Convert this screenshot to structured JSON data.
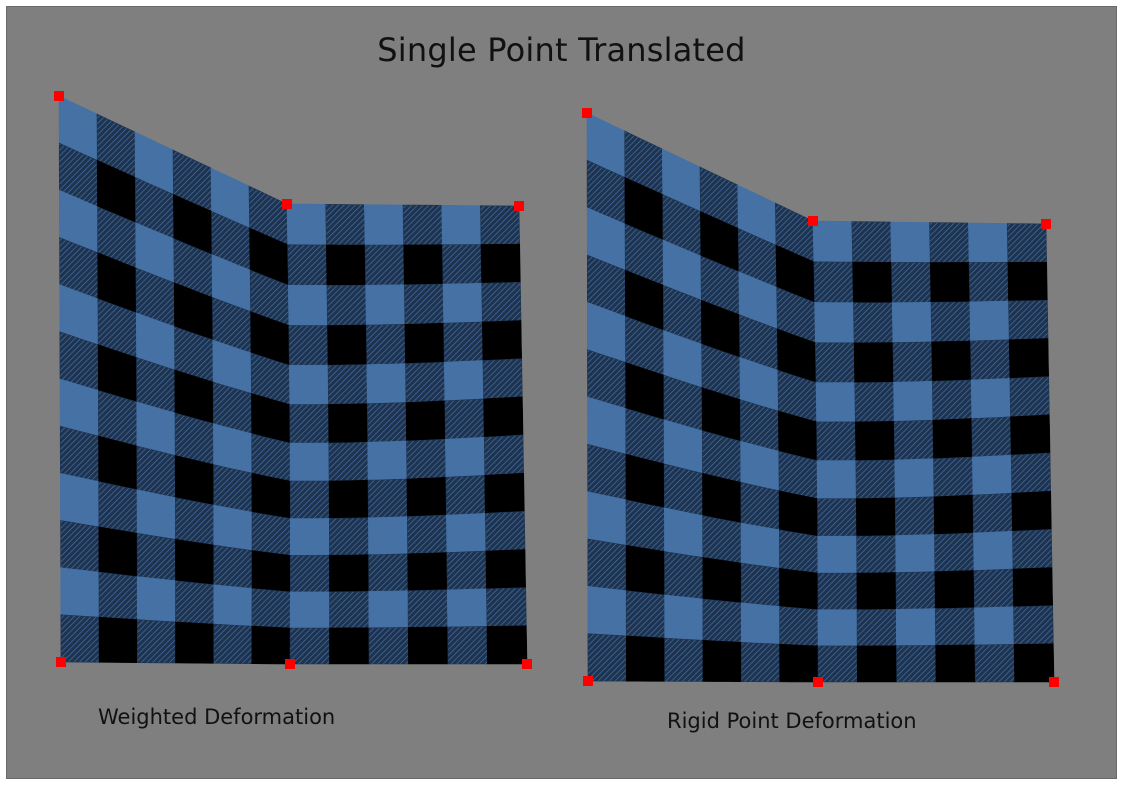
{
  "title": "Single Point Translated",
  "panels": [
    {
      "label": "Weighted Deformation",
      "grid": {
        "cols": 12,
        "rows": 12
      }
    },
    {
      "label": "Rigid Point Deformation",
      "grid": {
        "cols": 12,
        "rows": 12
      }
    }
  ],
  "colors": {
    "background": "#7f7f7f",
    "plaid_light": "#4571a4",
    "plaid_mid": "#1d3350",
    "plaid_dark": "#000000",
    "control_point": "#ff0000"
  }
}
